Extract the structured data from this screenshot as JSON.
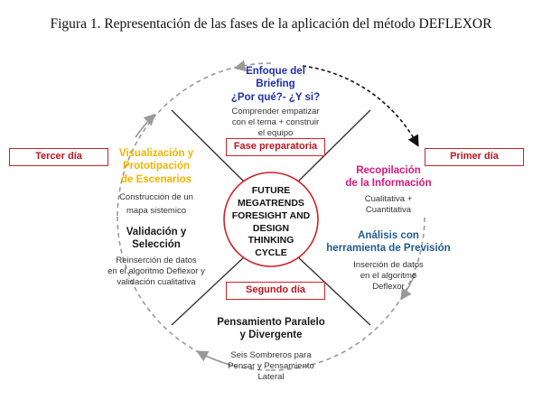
{
  "figure": {
    "title": "Figura 1. Representación de las fases de la aplicación del método DEFLEXOR"
  },
  "center": {
    "lines": [
      "FUTURE",
      "MEGATRENDS",
      "FORESIGHT AND",
      "DESIGN",
      "THINKING",
      "CYCLE"
    ]
  },
  "day_boxes": {
    "tercer": "Tercer día",
    "primer": "Primer día",
    "preparatoria": "Fase preparatoria",
    "segundo": "Segundo día"
  },
  "top": {
    "heading_lines": [
      "Enfoque del",
      "Briefing",
      "¿Por qué?- ¿Y si?"
    ],
    "body_lines": [
      "Comprender empatizar",
      "con el tema + construir",
      "el equipo"
    ]
  },
  "right": {
    "heading1_lines": [
      "Recopilación",
      "de la Información"
    ],
    "body1_lines": [
      "Cualitativa +",
      "Cuantitativa"
    ],
    "heading2_lines": [
      "Análisis con",
      "herramienta de Previsión"
    ],
    "body2_lines": [
      "Inserción de datos",
      "en el algoritmo",
      "Deflexor"
    ]
  },
  "left": {
    "heading1_lines": [
      "Visualización y",
      "Prototipación",
      "de Escenarios"
    ],
    "body1_lines": [
      "Construcción de un",
      "mapa sistemico"
    ],
    "heading2_lines": [
      "Validación y",
      "Selección"
    ],
    "body2_lines": [
      "Reinserción de datos",
      "en el algoritmo Deflexor y",
      "validación cualitativa"
    ]
  },
  "bottom": {
    "heading_lines": [
      "Pensamiento Paralelo",
      "y Divergente"
    ],
    "body_lines": [
      "Seis Sombreros para",
      "Pensar y Pensamiento",
      "Lateral"
    ]
  },
  "colors": {
    "accent_red": "#d0202a",
    "blue": "#1f2fa8",
    "pink": "#d6177a",
    "teal": "#1f5b8f",
    "yellow": "#f2b400",
    "dashed_circle": "#999999"
  }
}
